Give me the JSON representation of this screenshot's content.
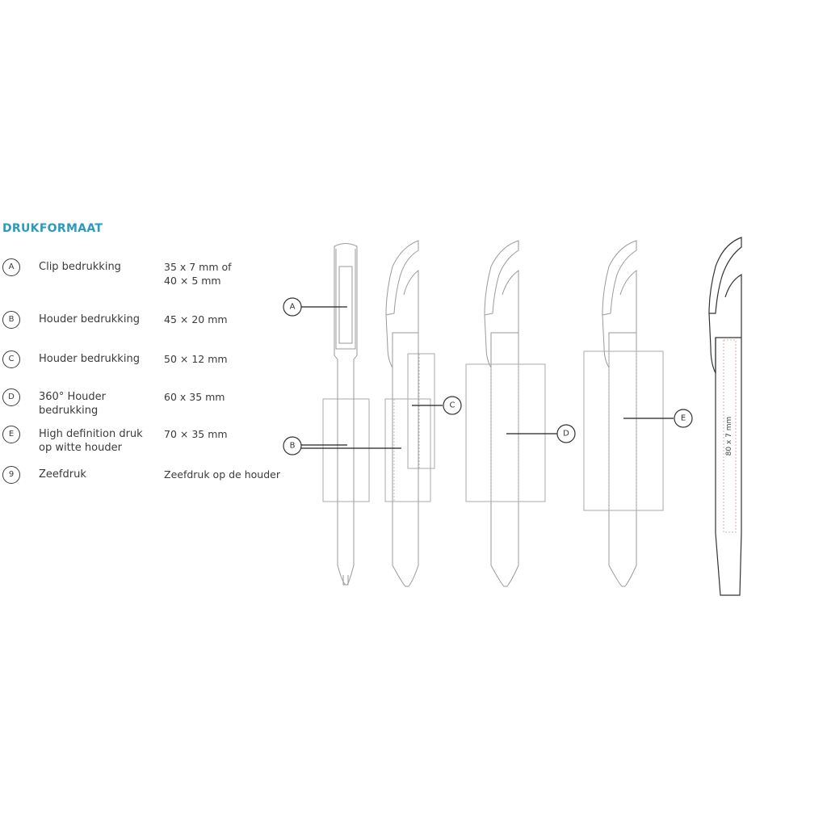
{
  "heading": "DRUKFORMAAT",
  "legend": [
    {
      "badge": "A",
      "label": "Clip bedrukking",
      "size": "35 x 7 mm of\n40 × 5 mm"
    },
    {
      "badge": "B",
      "label": "Houder bedrukking",
      "size": "45 × 20 mm"
    },
    {
      "badge": "C",
      "label": "Houder bedrukking",
      "size": "50 × 12 mm"
    },
    {
      "badge": "D",
      "label": "360° Houder\nbedrukking",
      "size": "60 x 35 mm"
    },
    {
      "badge": "E",
      "label": "High definition druk\nop witte houder",
      "size": "70 × 35 mm"
    },
    {
      "badge": "9",
      "label": "Zeefdruk",
      "size": "Zeefdruk op de houder"
    }
  ],
  "callouts": {
    "a": "A",
    "b": "B",
    "c": "C",
    "d": "D",
    "e": "E"
  },
  "dimension_label": "80 x 7 mm"
}
